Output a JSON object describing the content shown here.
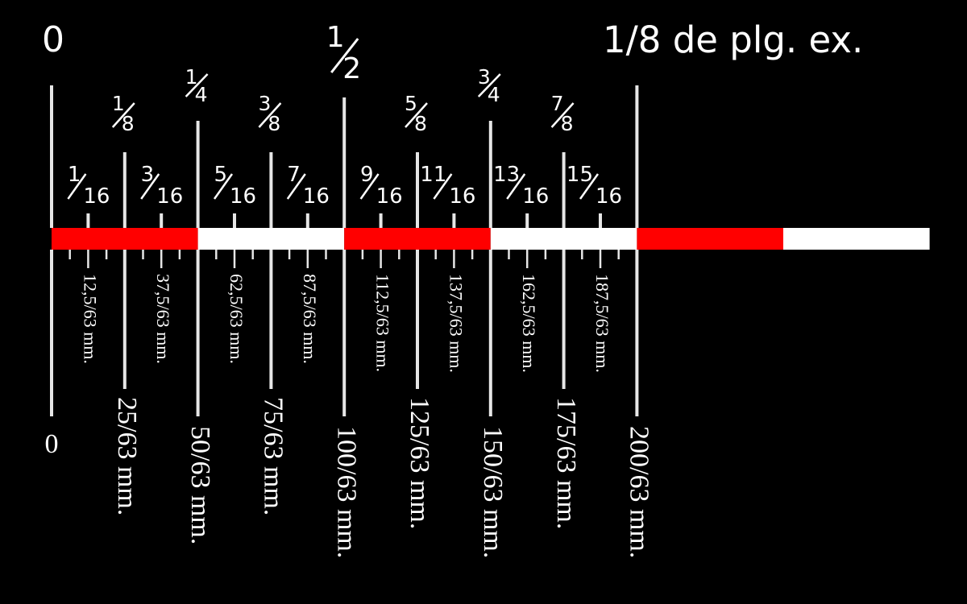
{
  "title": {
    "zero_label": "0",
    "scale_note": "1/8 de plg. ex."
  },
  "colors": {
    "background": "#000000",
    "red": "#ff0000",
    "white": "#ffffff",
    "line": "#e6e6e6"
  },
  "bar_segments": [
    "red",
    "white",
    "red",
    "white",
    "red",
    "white"
  ],
  "inch_fractions": [
    {
      "sixteenths": 1,
      "num": "1",
      "den": "16"
    },
    {
      "sixteenths": 2,
      "num": "1",
      "den": "8"
    },
    {
      "sixteenths": 3,
      "num": "3",
      "den": "16"
    },
    {
      "sixteenths": 4,
      "num": "1",
      "den": "4"
    },
    {
      "sixteenths": 5,
      "num": "5",
      "den": "16"
    },
    {
      "sixteenths": 6,
      "num": "3",
      "den": "8"
    },
    {
      "sixteenths": 7,
      "num": "7",
      "den": "16"
    },
    {
      "sixteenths": 8,
      "num": "1",
      "den": "2"
    },
    {
      "sixteenths": 9,
      "num": "9",
      "den": "16"
    },
    {
      "sixteenths": 10,
      "num": "5",
      "den": "8"
    },
    {
      "sixteenths": 11,
      "num": "11",
      "den": "16"
    },
    {
      "sixteenths": 12,
      "num": "3",
      "den": "4"
    },
    {
      "sixteenths": 13,
      "num": "13",
      "den": "16"
    },
    {
      "sixteenths": 14,
      "num": "7",
      "den": "8"
    },
    {
      "sixteenths": 15,
      "num": "15",
      "den": "16"
    }
  ],
  "mm_labels": [
    {
      "sixteenths": 0,
      "text": "0"
    },
    {
      "sixteenths": 1,
      "text": "12,5/63 mm."
    },
    {
      "sixteenths": 2,
      "text": "25/63 mm."
    },
    {
      "sixteenths": 3,
      "text": "37,5/63 mm."
    },
    {
      "sixteenths": 4,
      "text": "50/63 mm."
    },
    {
      "sixteenths": 5,
      "text": "62,5/63 mm."
    },
    {
      "sixteenths": 6,
      "text": "75/63 mm."
    },
    {
      "sixteenths": 7,
      "text": "87,5/63 mm."
    },
    {
      "sixteenths": 8,
      "text": "100/63 mm."
    },
    {
      "sixteenths": 9,
      "text": "112,5/63 mm."
    },
    {
      "sixteenths": 10,
      "text": "125/63 mm."
    },
    {
      "sixteenths": 11,
      "text": "137,5/63 mm."
    },
    {
      "sixteenths": 12,
      "text": "150/63 mm."
    },
    {
      "sixteenths": 13,
      "text": "162,5/63 mm."
    },
    {
      "sixteenths": 14,
      "text": "175/63 mm."
    },
    {
      "sixteenths": 15,
      "text": "187,5/63 mm."
    },
    {
      "sixteenths": 16,
      "text": "200/63 mm."
    }
  ]
}
